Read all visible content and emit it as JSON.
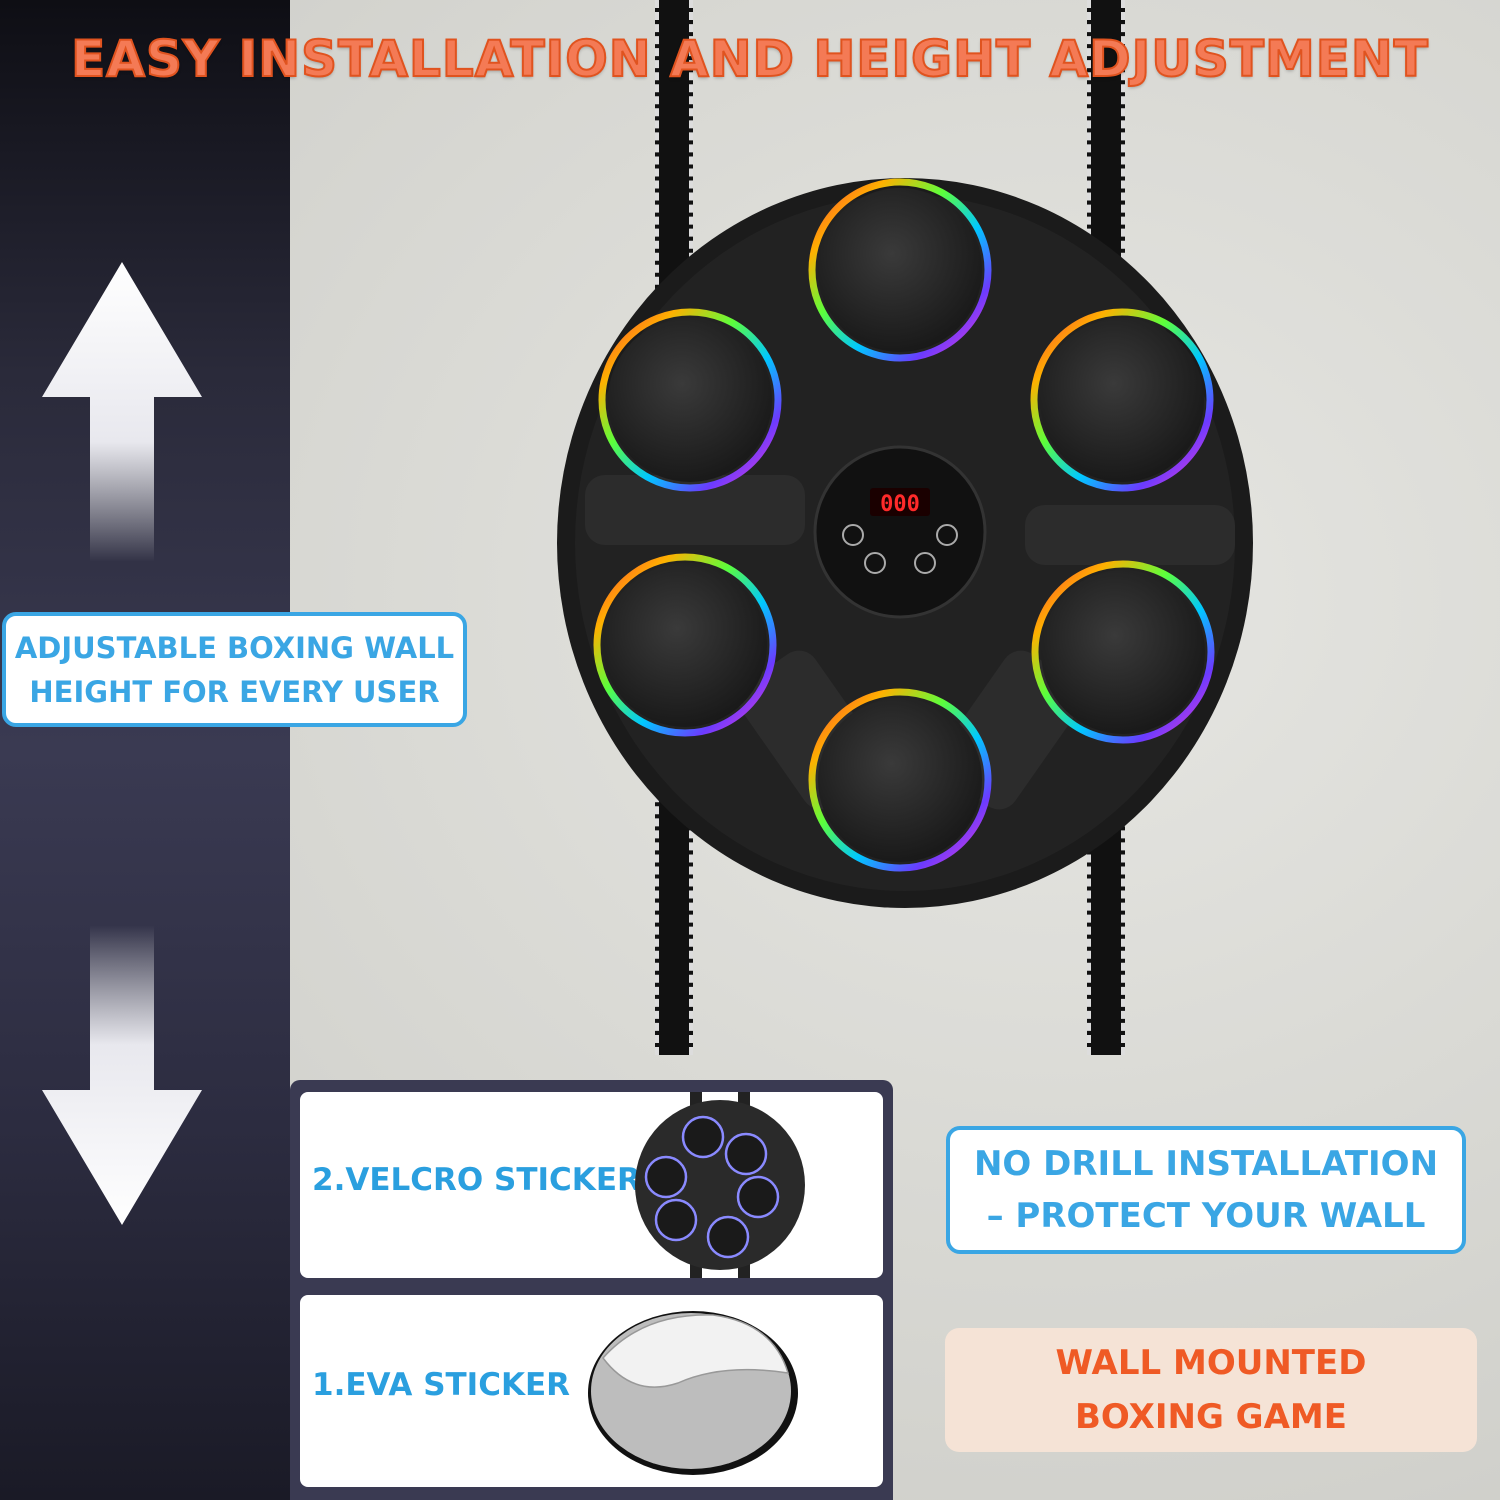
{
  "title": "EASY INSTALLATION AND HEIGHT ADJUSTMENT",
  "machine": {
    "display": "000"
  },
  "callouts": {
    "adjustable": [
      "ADJUSTABLE BOXING WALL",
      "HEIGHT FOR EVERY USER"
    ],
    "no_drill": [
      "NO DRILL  INSTALLATION",
      "– PROTECT YOUR WALL"
    ],
    "wall_mounted": [
      "WALL MOUNTED",
      "BOXING GAME"
    ]
  },
  "steps": [
    {
      "label": "2.VELCRO STICKER",
      "icon": "mini-boxing-machine-icon"
    },
    {
      "label": "1.EVA STICKER",
      "icon": "eva-sticker-disc-icon"
    }
  ],
  "colors": {
    "title": "#f47a55",
    "accent_blue": "#3aa6e4",
    "orange": "#ef5a25"
  }
}
